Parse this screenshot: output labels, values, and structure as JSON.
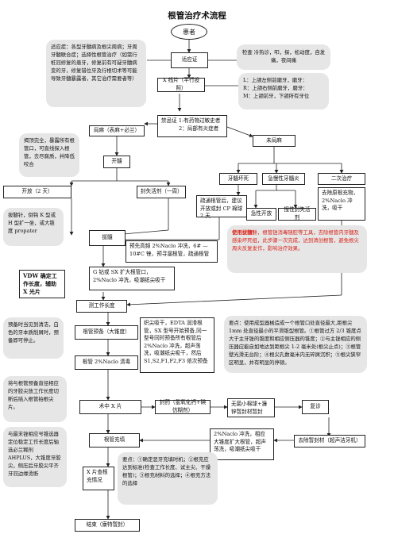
{
  "title": "根管治疗术流程",
  "start": "患者",
  "indications_note": "适应症：各型牙髓病及根尖周病；牙周牙髓联合症；选择性根管治疗（如需行桩冠修复的患牙，修复前有可疑牙髓病变的牙，修复错位牙及行根切术等可能导致牙髓暴露者，其它治疗需要者等）",
  "indication_box": "适应证",
  "exam_note": "检查 冷热诊，叩，探，松动度，自发痛，夜间痛",
  "xray_box": "X 线片（平行投照）",
  "xray_note": {
    "l": "L：上颌左侧前磨牙，磨牙：",
    "r": "R：上颌右侧前磨牙，磨牙：",
    "m": "M：上颌前牙，下颌所有牙位"
  },
  "contra_box": {
    "l1": "禁忌证 1:有药物过敏史者",
    "l2": "2：局部有炎症者"
  },
  "anesthesia_box": "局麻（表麻+必兰）",
  "no_anesthesia_box": "未局麻",
  "isolation_note": "揭顶完全，暴露所有根管口，可直线探入根管，去尽腐质，并降低咬合",
  "open_pulp_box": "开髓",
  "necrosis_box": "牙髓坏死",
  "acute_pulpitis_box": "急慢性牙髓炎",
  "second_box": "二次治疗",
  "open_box": "开放（2 天）",
  "seal_box": "封失活剂（一周）",
  "clean_box": "疏通根管后，建议开放或封 CP 棉球 2 天",
  "acute_open_box": "急性开放",
  "seal2_box": "搜性封失活剂",
  "second_detail_box": "去除原根充物，2%Naclo 冲洗，吸干",
  "extirpate_note": "拔髓针，倒钩 K 型或 H 型扩一坐，或大锥度 propater",
  "extirpate_box": "拔髓",
  "preflare_box": "预先高頻 2%Naclo 冲洗，6# — 10#C 锉，预寻漏根管，疏通根管",
  "warning_box": {
    "bold": "使用拔髓针",
    "rest": "，根管锉消毒随腔等工具，去除根管内牙髓及感染坏死组，此步骤一次完成，达到清创根管，避免根尖周炎反复发作，影响治疗效果。"
  },
  "vdw_note": "VDW 确定工作长度，辅助 X 光片",
  "g_files_box": "G 钻或 SX 扩大根管口，2%Naclo 冲洗，吸潮纸尖吸干",
  "length_box": "测工作长度",
  "prep_note": "预备时当见到清洁，白色的牙本质削屑时，预备即可停止。",
  "prep_box": "根管预备（大锥度）",
  "irrigate_box": "根管 2%Naclo 清毒",
  "edta_box": "织尖吸干，EDTA 润滑根管，SX 型号开始预备,同一型号同时预备所有根管后 2%Naclo 冲洗，超声荡洗，吸潮纸尖吸干，然后 S1,S2,F1,F2,F3 依次预备",
  "points_note": "要点：使用成型器械造成一个根管口处直径最大,距根尖 1mm 处直径最小的平滑锥型根管。①根管过方 2/3 锥度点大于主牙锉的锥度和相应侧压器的锥度；②与主锉相应的侧压器应能自如地达到距根尖 1-2 毫米处(根尖止点)；③根管壁光滑无台阶；④根尖孔数毫米内无碎屑沉积；⑤根尖狭窄区明显，并有明显的停顿。",
  "xray_trial_note": "将与根管预备直径相应的牙胶尖放工作长度切断后插入根管拍根尖片。",
  "trial_box": "术中 X 片",
  "seal_temp_box": "封药（氢氧化钙+碘仿糊剂）",
  "temp_box": "无菌小棉球+濂锌暂封材暂封",
  "review_box": "复诊",
  "remove_box": "去除暂封材（超声洁牙机）",
  "wash_box": "2%Naclo 冲洗，相应大锥度扩大根管，超声荡洗，吸潮纸尖吸干",
  "fill_note": "与最末锉相应号锥选器定位稳定工作长度后轴选必兰糊剂 AHPLUS，大锥度牙胶尖，侧压后牙胶尖平齐牙冠边缘烫断",
  "fill_box": "根管充填",
  "xray_after_box": "X 片查根充情况",
  "fill_points_note": "要点：①确定恶牙充填时机；②根充应达到标准(检查工作长度、试主尖、干燥根管)；③根充材料的选择；④根充方法的选择",
  "end_box": "结束（康特暂封）"
}
